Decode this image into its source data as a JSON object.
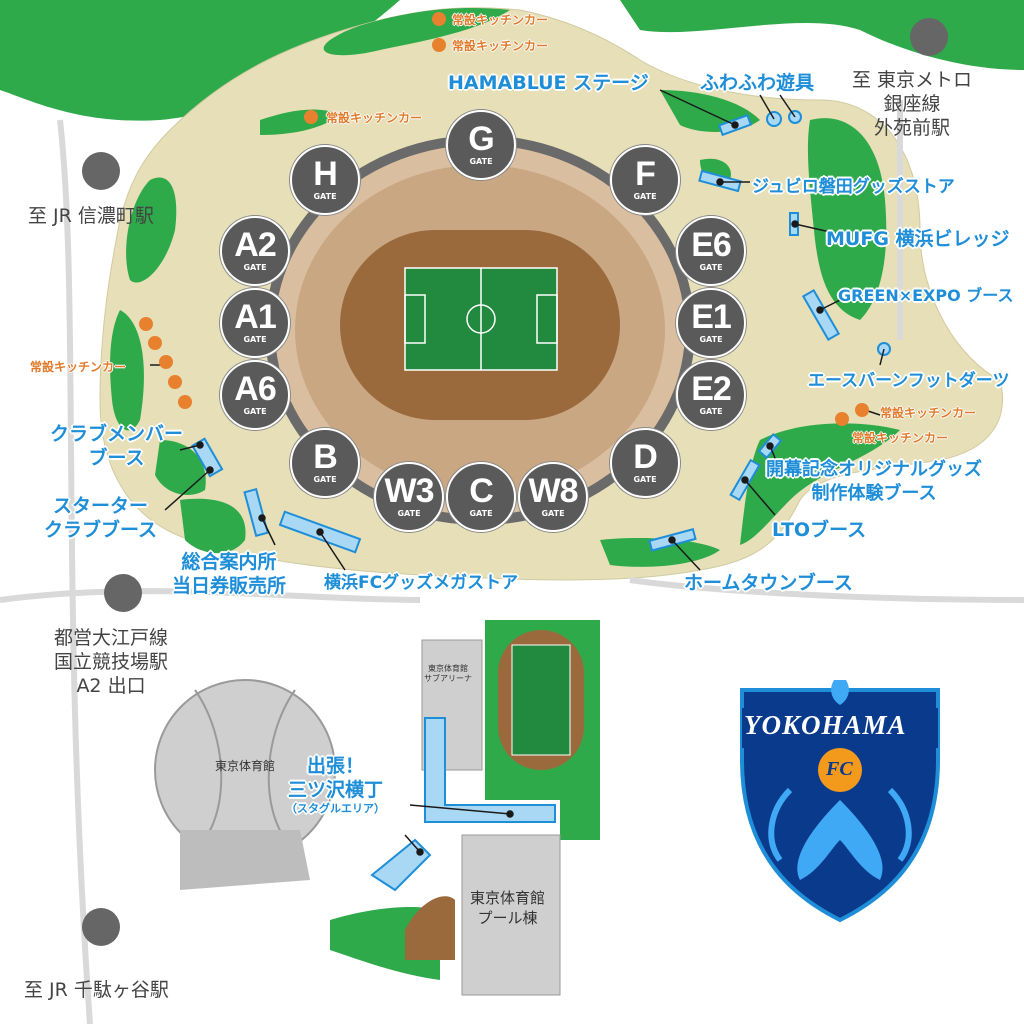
{
  "gates": [
    {
      "name": "G",
      "sub": "GATE"
    },
    {
      "name": "H",
      "sub": "GATE"
    },
    {
      "name": "F",
      "sub": "GATE"
    },
    {
      "name": "A2",
      "sub": "GATE"
    },
    {
      "name": "E6",
      "sub": "GATE"
    },
    {
      "name": "A1",
      "sub": "GATE"
    },
    {
      "name": "E1",
      "sub": "GATE"
    },
    {
      "name": "A6",
      "sub": "GATE"
    },
    {
      "name": "E2",
      "sub": "GATE"
    },
    {
      "name": "B",
      "sub": "GATE"
    },
    {
      "name": "D",
      "sub": "GATE"
    },
    {
      "name": "W3",
      "sub": "GATE"
    },
    {
      "name": "C",
      "sub": "GATE"
    },
    {
      "name": "W8",
      "sub": "GATE"
    }
  ],
  "booths": {
    "hamablue_stage": "HAMABLUE ステージ",
    "fuwafuwa": "ふわふわ遊具",
    "jubilo": "ジュビロ磐田グッズストア",
    "mufg": "MUFG 横浜ビレッジ",
    "green_expo": "GREEN×EXPO ブース",
    "ace_burn": "エースバーンフットダーツ",
    "opening_goods_1": "開幕記念オリジナルグッズ",
    "opening_goods_2": "制作体験ブース",
    "lto": "LTOブース",
    "hometown": "ホームタウンブース",
    "megastore": "横浜FCグッズメガストア",
    "info_1": "総合案内所",
    "info_2": "当日券販売所",
    "starter_1": "スターター",
    "starter_2": "クラブブース",
    "clubmember_1": "クラブメンバー",
    "clubmember_2": "ブース",
    "mitsuzawa_1": "出張！",
    "mitsuzawa_2": "三ツ沢横丁",
    "mitsuzawa_3": "（スタグルエリア）"
  },
  "kitchen_car": "常設キッチンカー",
  "stations": {
    "gaienmae_1": "至 東京メトロ",
    "gaienmae_2": "銀座線",
    "gaienmae_3": "外苑前駅",
    "shinanomachi": "至 JR 信濃町駅",
    "oedo_1": "都営大江戸線",
    "oedo_2": "国立競技場駅",
    "oedo_3": "A2 出口",
    "sendagaya": "至 JR 千駄ヶ谷駅"
  },
  "buildings": {
    "gym": "東京体育館",
    "sub_arena_1": "東京体育館",
    "sub_arena_2": "サブアリーナ",
    "pool_1": "東京体育館",
    "pool_2": "プール棟"
  },
  "logo": {
    "text": "YOKOHAMA",
    "fc": "FC"
  },
  "colors": {
    "booth_blue": "#1e8ed8",
    "kitchen_orange": "#e8812e",
    "grass": "#2faa4a",
    "plaza": "#e6dfb8",
    "gate": "#5a5a5a"
  }
}
